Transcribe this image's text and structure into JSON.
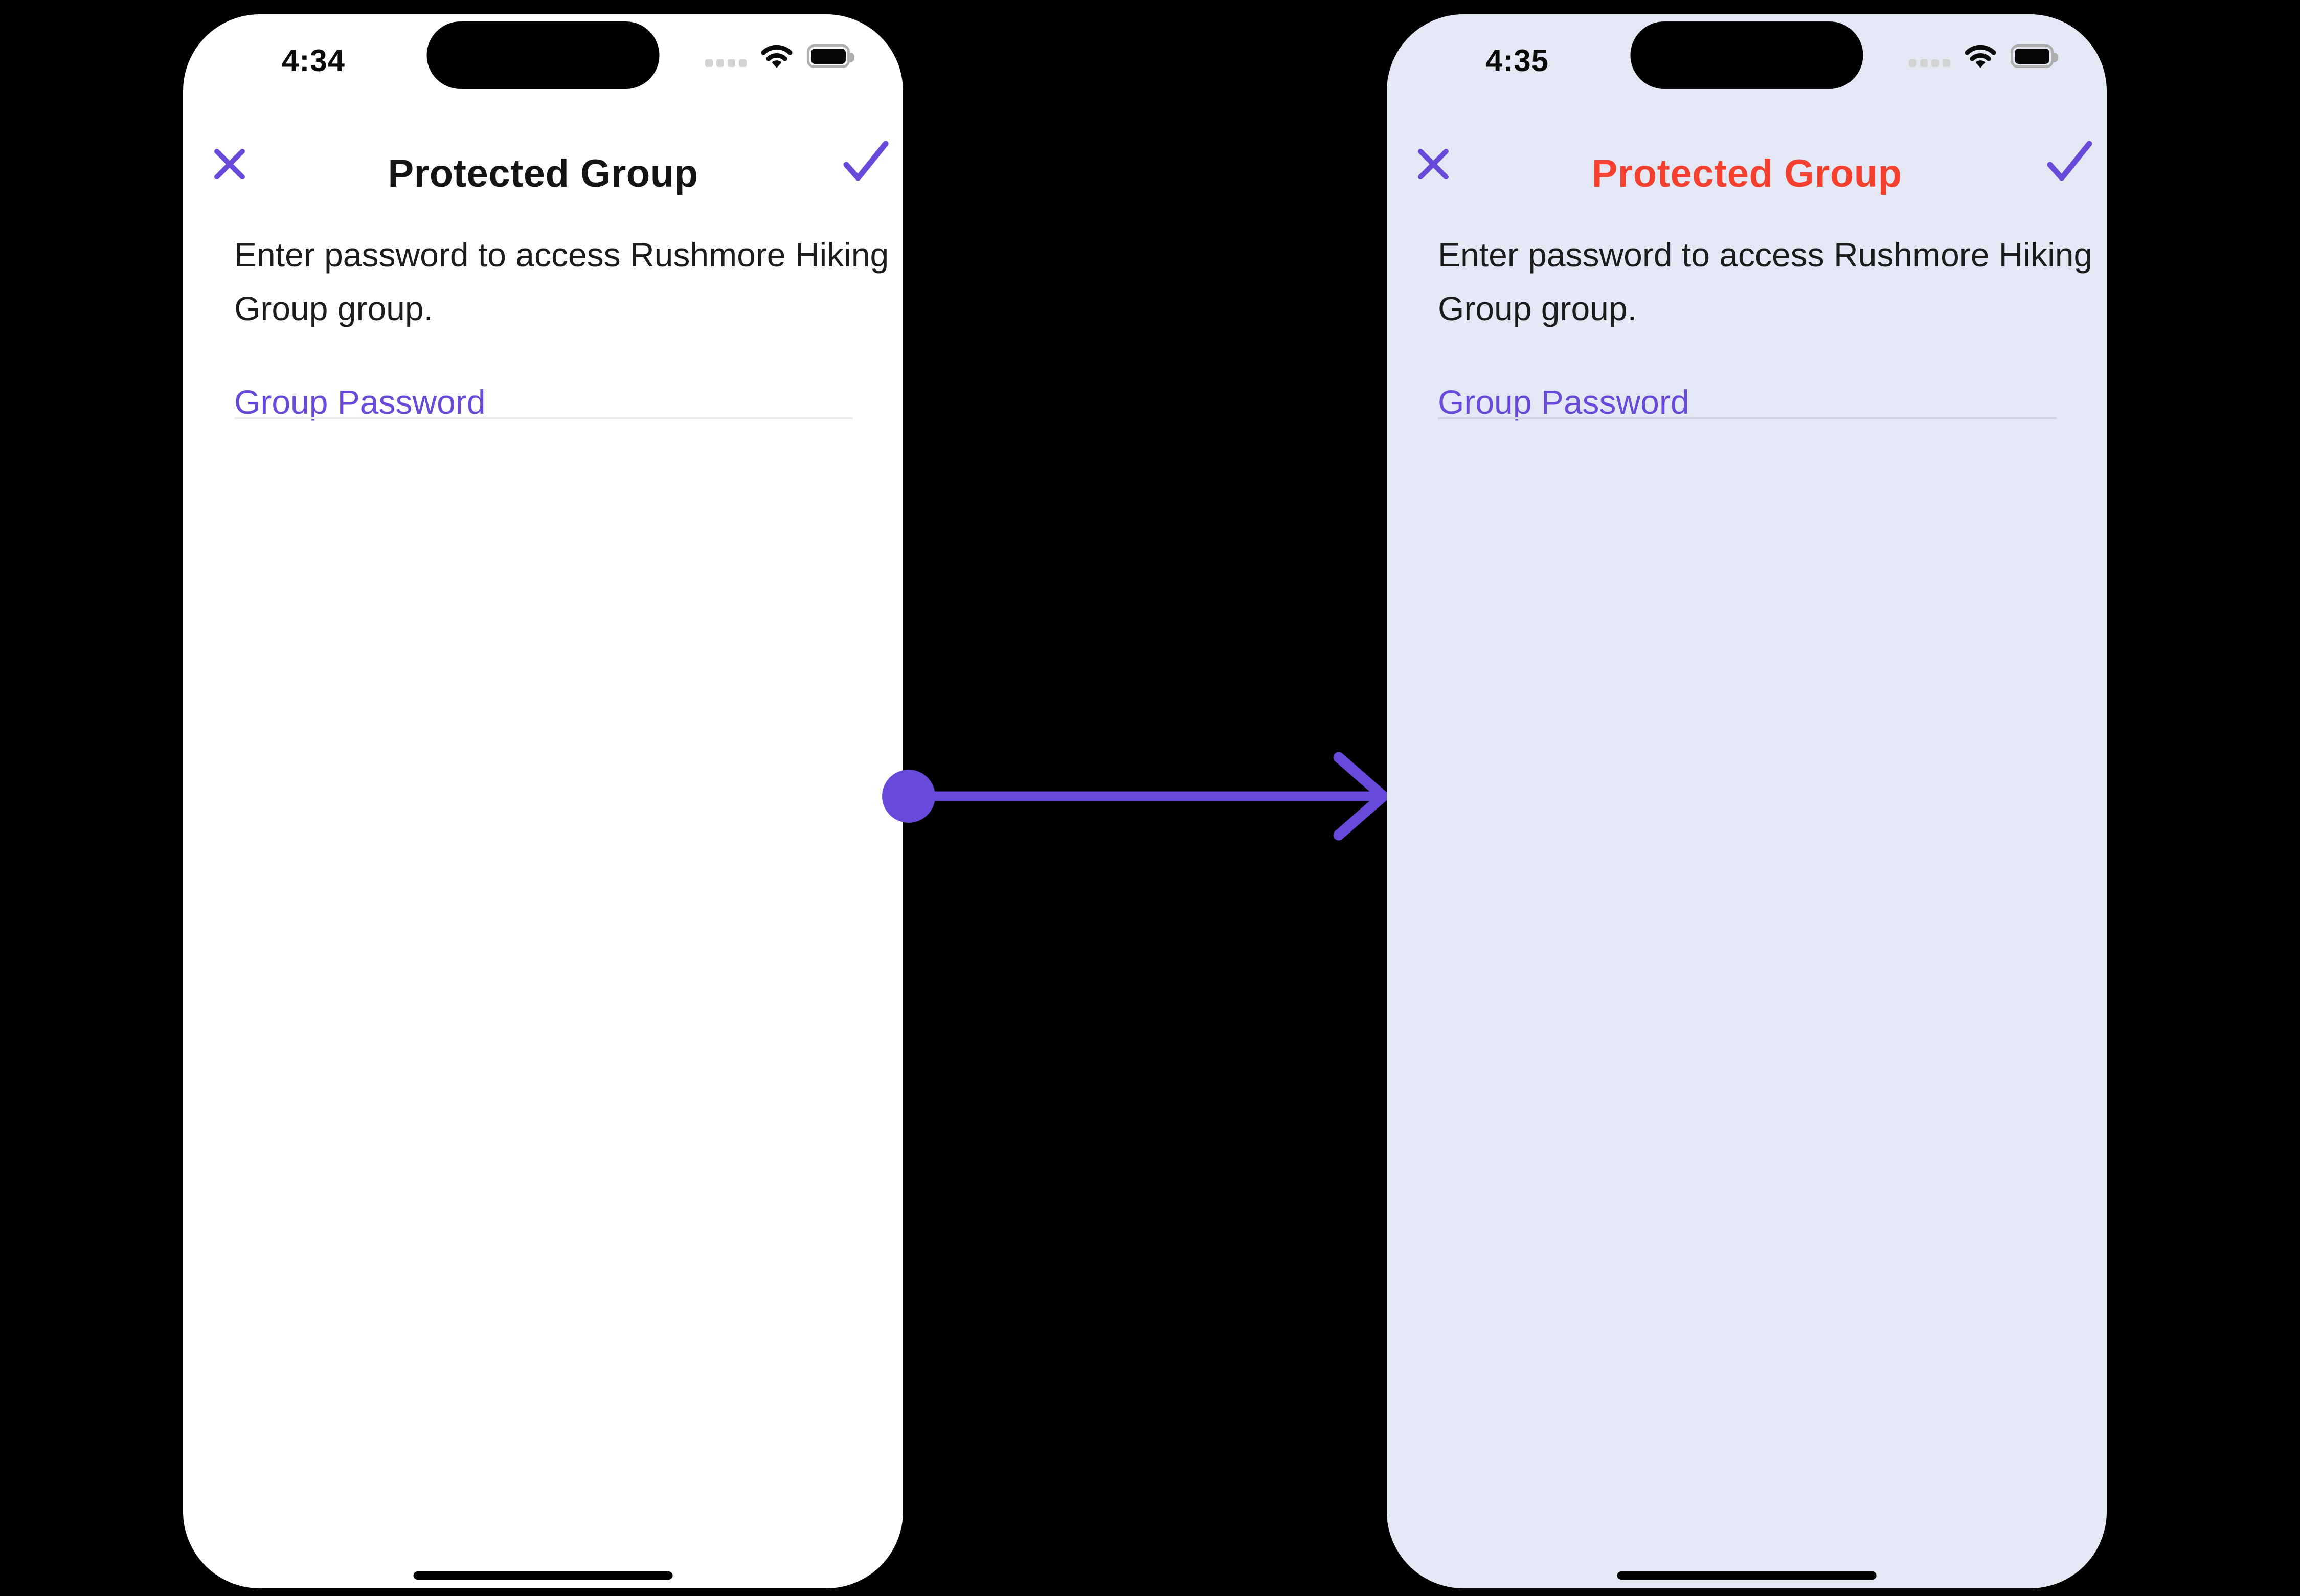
{
  "page": {
    "background": "#000000",
    "meaning": "Before and after states of a mobile Protected Group password screen"
  },
  "accent_color": "#6849DA",
  "transition_arrow": {
    "color": "#6849DA",
    "direction": "left-to-right"
  },
  "icons": {
    "close-icon": "✕",
    "confirm-check-icon": "✓",
    "cellular-signal-icon": "four gray signal dots",
    "wifi-icon": "wifi arcs",
    "battery-icon": "full battery"
  },
  "phones": [
    {
      "screen": "before",
      "background": "#FFFFFF",
      "status_bar": {
        "time": "4:34"
      },
      "nav_bar": {
        "title": "Protected Group",
        "title_color": "#141414"
      },
      "body": {
        "description": "Enter password to access Rushmore Hiking Group group.",
        "password_field": {
          "label": "Group Password",
          "divider_color": "#ECECEC"
        }
      }
    },
    {
      "screen": "after",
      "background": "#E4E8F4",
      "status_bar": {
        "time": "4:35"
      },
      "nav_bar": {
        "title": "Protected Group",
        "title_color": "#F3402F"
      },
      "body": {
        "description": "Enter password to access Rushmore Hiking Group group.",
        "password_field": {
          "label": "Group Password",
          "divider_color": "#CFD4E0"
        }
      }
    }
  ]
}
